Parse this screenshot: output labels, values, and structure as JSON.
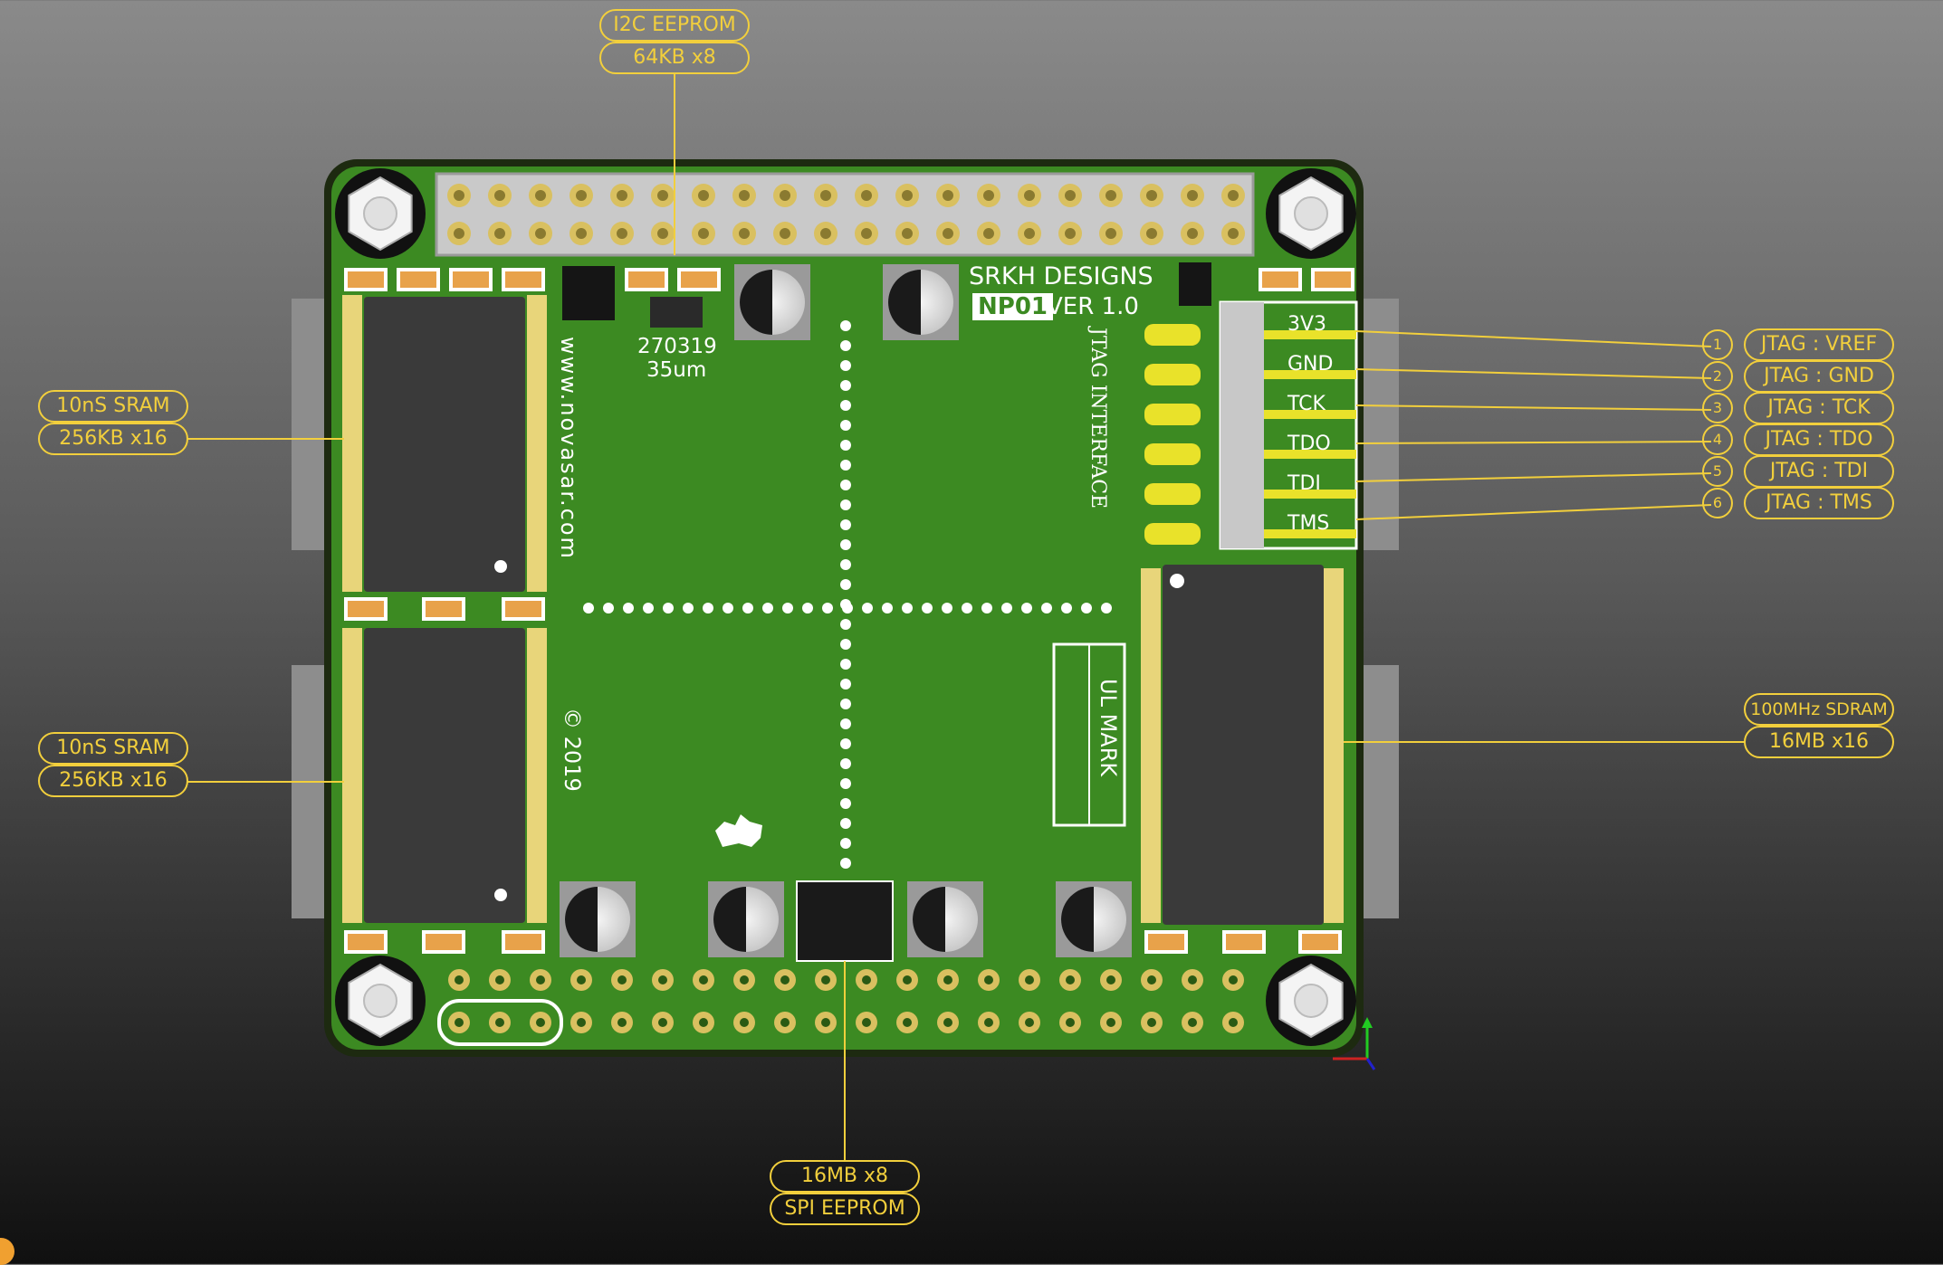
{
  "callouts": {
    "i2c_eeprom": {
      "line1": "I2C EEPROM",
      "line2": "64KB x8"
    },
    "sram_top": {
      "line1": "10nS SRAM",
      "line2": "256KB x16"
    },
    "sram_bottom": {
      "line1": "10nS SRAM",
      "line2": "256KB x16"
    },
    "sdram": {
      "line1": "100MHz SDRAM",
      "line2": "16MB x16"
    },
    "spi_eeprom": {
      "line1": "16MB x8",
      "line2": "SPI EEPROM"
    },
    "jtag": [
      {
        "num": "1",
        "label": "JTAG : VREF"
      },
      {
        "num": "2",
        "label": "JTAG : GND"
      },
      {
        "num": "3",
        "label": "JTAG : TCK"
      },
      {
        "num": "4",
        "label": "JTAG : TDO"
      },
      {
        "num": "5",
        "label": "JTAG : TDI"
      },
      {
        "num": "6",
        "label": "JTAG : TMS"
      }
    ]
  },
  "board_text": {
    "brand": "SRKH DESIGNS",
    "model": "NP01",
    "version": "VER 1.0",
    "jtag_interface": "JTAG INTERFACE",
    "website": "www.novasar.com",
    "date_code": "270319",
    "copper": "35um",
    "copyright": "© 2019",
    "ul_mark": "UL MARK",
    "jtag_pins": [
      "3V3",
      "GND",
      "TCK",
      "TDO",
      "TDI",
      "TMS"
    ]
  },
  "colors": {
    "board": "#3c8a22",
    "board_edge": "#1d2a10",
    "callout": "#f2cf3c",
    "chip": "#3a3a3a",
    "pad": "#d9c060",
    "silk": "#ffffff"
  }
}
